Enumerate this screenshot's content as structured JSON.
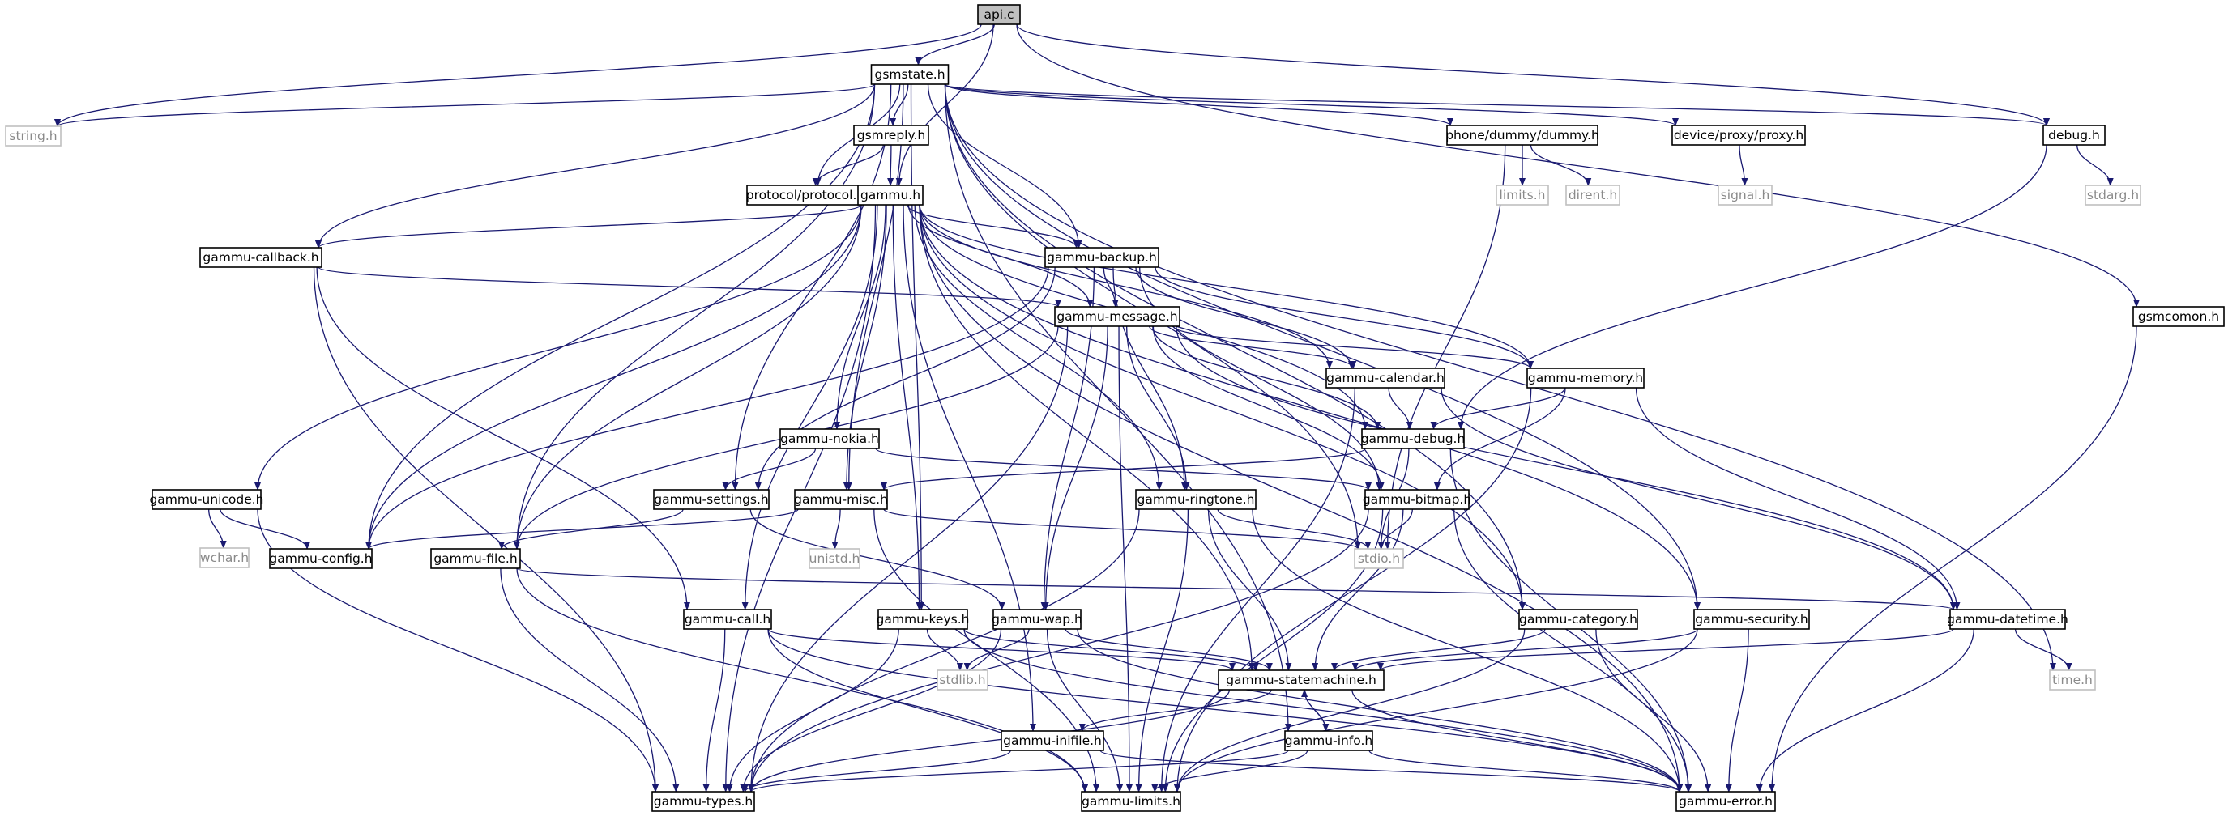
{
  "colors": {
    "edge": "#191970",
    "node_border": "#000000",
    "system_border": "#bfbfbf",
    "system_text": "#8a8a8a",
    "root_fill": "#bfbfbf",
    "node_fill": "#ffffff",
    "text": "#000000"
  },
  "nodes": [
    {
      "id": "api_c",
      "label": "api.c",
      "kind": "root"
    },
    {
      "id": "gsmstate_h",
      "label": "gsmstate.h",
      "kind": "local"
    },
    {
      "id": "string_h",
      "label": "string.h",
      "kind": "system"
    },
    {
      "id": "gsmreply_h",
      "label": "gsmreply.h",
      "kind": "local"
    },
    {
      "id": "phone_dummy_h",
      "label": "phone/dummy/dummy.h",
      "kind": "local"
    },
    {
      "id": "device_proxy_h",
      "label": "device/proxy/proxy.h",
      "kind": "local"
    },
    {
      "id": "debug_h",
      "label": "debug.h",
      "kind": "local"
    },
    {
      "id": "gsmcomon_h",
      "label": "gsmcomon.h",
      "kind": "local"
    },
    {
      "id": "limits_h",
      "label": "limits.h",
      "kind": "system"
    },
    {
      "id": "dirent_h",
      "label": "dirent.h",
      "kind": "system"
    },
    {
      "id": "signal_h",
      "label": "signal.h",
      "kind": "system"
    },
    {
      "id": "stdarg_h",
      "label": "stdarg.h",
      "kind": "system"
    },
    {
      "id": "protocol_h",
      "label": "protocol/protocol.h",
      "kind": "local"
    },
    {
      "id": "gammu_h",
      "label": "gammu.h",
      "kind": "local"
    },
    {
      "id": "gammu_callback_h",
      "label": "gammu-callback.h",
      "kind": "local"
    },
    {
      "id": "gammu_backup_h",
      "label": "gammu-backup.h",
      "kind": "local"
    },
    {
      "id": "gammu_message_h",
      "label": "gammu-message.h",
      "kind": "local"
    },
    {
      "id": "gammu_calendar_h",
      "label": "gammu-calendar.h",
      "kind": "local"
    },
    {
      "id": "gammu_memory_h",
      "label": "gammu-memory.h",
      "kind": "local"
    },
    {
      "id": "gammu_nokia_h",
      "label": "gammu-nokia.h",
      "kind": "local"
    },
    {
      "id": "gammu_debug_h",
      "label": "gammu-debug.h",
      "kind": "local"
    },
    {
      "id": "gammu_unicode_h",
      "label": "gammu-unicode.h",
      "kind": "local"
    },
    {
      "id": "gammu_settings_h",
      "label": "gammu-settings.h",
      "kind": "local"
    },
    {
      "id": "gammu_misc_h",
      "label": "gammu-misc.h",
      "kind": "local"
    },
    {
      "id": "gammu_ringtone_h",
      "label": "gammu-ringtone.h",
      "kind": "local"
    },
    {
      "id": "gammu_bitmap_h",
      "label": "gammu-bitmap.h",
      "kind": "local"
    },
    {
      "id": "wchar_h",
      "label": "wchar.h",
      "kind": "system"
    },
    {
      "id": "gammu_config_h",
      "label": "gammu-config.h",
      "kind": "local"
    },
    {
      "id": "gammu_file_h",
      "label": "gammu-file.h",
      "kind": "local"
    },
    {
      "id": "unistd_h",
      "label": "unistd.h",
      "kind": "system"
    },
    {
      "id": "stdio_h",
      "label": "stdio.h",
      "kind": "system"
    },
    {
      "id": "gammu_call_h",
      "label": "gammu-call.h",
      "kind": "local"
    },
    {
      "id": "gammu_keys_h",
      "label": "gammu-keys.h",
      "kind": "local"
    },
    {
      "id": "gammu_wap_h",
      "label": "gammu-wap.h",
      "kind": "local"
    },
    {
      "id": "gammu_category_h",
      "label": "gammu-category.h",
      "kind": "local"
    },
    {
      "id": "gammu_security_h",
      "label": "gammu-security.h",
      "kind": "local"
    },
    {
      "id": "gammu_datetime_h",
      "label": "gammu-datetime.h",
      "kind": "local"
    },
    {
      "id": "stdlib_h",
      "label": "stdlib.h",
      "kind": "system"
    },
    {
      "id": "gammu_statemachine_h",
      "label": "gammu-statemachine.h",
      "kind": "local"
    },
    {
      "id": "time_h",
      "label": "time.h",
      "kind": "system"
    },
    {
      "id": "gammu_inifile_h",
      "label": "gammu-inifile.h",
      "kind": "local"
    },
    {
      "id": "gammu_info_h",
      "label": "gammu-info.h",
      "kind": "local"
    },
    {
      "id": "gammu_types_h",
      "label": "gammu-types.h",
      "kind": "local"
    },
    {
      "id": "gammu_limits_h",
      "label": "gammu-limits.h",
      "kind": "local"
    },
    {
      "id": "gammu_error_h",
      "label": "gammu-error.h",
      "kind": "local"
    }
  ],
  "edges": [
    [
      "api_c",
      "gsmstate_h"
    ],
    [
      "api_c",
      "string_h"
    ],
    [
      "api_c",
      "gammu_h"
    ],
    [
      "api_c",
      "debug_h"
    ],
    [
      "api_c",
      "gsmcomon_h"
    ],
    [
      "gsmstate_h",
      "string_h"
    ],
    [
      "gsmstate_h",
      "gsmreply_h"
    ],
    [
      "gsmstate_h",
      "phone_dummy_h"
    ],
    [
      "gsmstate_h",
      "device_proxy_h"
    ],
    [
      "gsmstate_h",
      "debug_h"
    ],
    [
      "gsmstate_h",
      "protocol_h"
    ],
    [
      "gsmstate_h",
      "gammu_callback_h"
    ],
    [
      "gsmstate_h",
      "gammu_config_h"
    ],
    [
      "gsmstate_h",
      "gammu_file_h"
    ],
    [
      "gsmstate_h",
      "gammu_settings_h"
    ],
    [
      "gsmstate_h",
      "gammu_misc_h"
    ],
    [
      "gsmstate_h",
      "gammu_keys_h"
    ],
    [
      "gsmstate_h",
      "gammu_backup_h"
    ],
    [
      "gsmstate_h",
      "gammu_category_h"
    ],
    [
      "gsmstate_h",
      "gammu_info_h"
    ],
    [
      "gsmstate_h",
      "gammu_security_h"
    ],
    [
      "gsmstate_h",
      "time_h"
    ],
    [
      "gsmstate_h",
      "stdio_h"
    ],
    [
      "gsmreply_h",
      "protocol_h"
    ],
    [
      "gsmreply_h",
      "gammu_h"
    ],
    [
      "phone_dummy_h",
      "limits_h"
    ],
    [
      "phone_dummy_h",
      "dirent_h"
    ],
    [
      "phone_dummy_h",
      "stdio_h"
    ],
    [
      "device_proxy_h",
      "signal_h"
    ],
    [
      "debug_h",
      "stdarg_h"
    ],
    [
      "debug_h",
      "gammu_debug_h"
    ],
    [
      "gsmcomon_h",
      "gammu_error_h"
    ],
    [
      "gammu_h",
      "gammu_callback_h"
    ],
    [
      "gammu_h",
      "gammu_backup_h"
    ],
    [
      "gammu_h",
      "gammu_message_h"
    ],
    [
      "gammu_h",
      "gammu_calendar_h"
    ],
    [
      "gammu_h",
      "gammu_memory_h"
    ],
    [
      "gammu_h",
      "gammu_nokia_h"
    ],
    [
      "gammu_h",
      "gammu_debug_h"
    ],
    [
      "gammu_h",
      "gammu_unicode_h"
    ],
    [
      "gammu_h",
      "gammu_config_h"
    ],
    [
      "gammu_h",
      "gammu_file_h"
    ],
    [
      "gammu_h",
      "gammu_misc_h"
    ],
    [
      "gammu_h",
      "gammu_ringtone_h"
    ],
    [
      "gammu_h",
      "gammu_call_h"
    ],
    [
      "gammu_h",
      "gammu_keys_h"
    ],
    [
      "gammu_h",
      "gammu_inifile_h"
    ],
    [
      "gammu_h",
      "gammu_statemachine_h"
    ],
    [
      "gammu_h",
      "gammu_category_h"
    ],
    [
      "gammu_h",
      "gammu_security_h"
    ],
    [
      "gammu_h",
      "gammu_types_h"
    ],
    [
      "gammu_h",
      "gammu_error_h"
    ],
    [
      "gammu_callback_h",
      "gammu_message_h"
    ],
    [
      "gammu_callback_h",
      "gammu_call_h"
    ],
    [
      "gammu_callback_h",
      "gammu_types_h"
    ],
    [
      "gammu_backup_h",
      "gammu_message_h"
    ],
    [
      "gammu_backup_h",
      "gammu_calendar_h"
    ],
    [
      "gammu_backup_h",
      "gammu_memory_h"
    ],
    [
      "gammu_backup_h",
      "gammu_settings_h"
    ],
    [
      "gammu_backup_h",
      "gammu_ringtone_h"
    ],
    [
      "gammu_backup_h",
      "gammu_bitmap_h"
    ],
    [
      "gammu_backup_h",
      "gammu_wap_h"
    ],
    [
      "gammu_backup_h",
      "gammu_config_h"
    ],
    [
      "gammu_message_h",
      "gammu_calendar_h"
    ],
    [
      "gammu_message_h",
      "gammu_memory_h"
    ],
    [
      "gammu_message_h",
      "gammu_debug_h"
    ],
    [
      "gammu_message_h",
      "gammu_bitmap_h"
    ],
    [
      "gammu_message_h",
      "gammu_ringtone_h"
    ],
    [
      "gammu_message_h",
      "gammu_wap_h"
    ],
    [
      "gammu_message_h",
      "gammu_file_h"
    ],
    [
      "gammu_message_h",
      "gammu_limits_h"
    ],
    [
      "gammu_message_h",
      "gammu_datetime_h"
    ],
    [
      "gammu_message_h",
      "gammu_types_h"
    ],
    [
      "gammu_calendar_h",
      "gammu_debug_h"
    ],
    [
      "gammu_calendar_h",
      "gammu_datetime_h"
    ],
    [
      "gammu_calendar_h",
      "gammu_limits_h"
    ],
    [
      "gammu_memory_h",
      "gammu_debug_h"
    ],
    [
      "gammu_memory_h",
      "gammu_bitmap_h"
    ],
    [
      "gammu_memory_h",
      "gammu_datetime_h"
    ],
    [
      "gammu_memory_h",
      "gammu_limits_h"
    ],
    [
      "gammu_nokia_h",
      "gammu_settings_h"
    ],
    [
      "gammu_nokia_h",
      "gammu_bitmap_h"
    ],
    [
      "gammu_debug_h",
      "gammu_misc_h"
    ],
    [
      "gammu_debug_h",
      "stdio_h"
    ],
    [
      "gammu_debug_h",
      "gammu_error_h"
    ],
    [
      "gammu_unicode_h",
      "wchar_h"
    ],
    [
      "gammu_unicode_h",
      "gammu_config_h"
    ],
    [
      "gammu_unicode_h",
      "gammu_types_h"
    ],
    [
      "gammu_settings_h",
      "gammu_file_h"
    ],
    [
      "gammu_settings_h",
      "gammu_wap_h"
    ],
    [
      "gammu_misc_h",
      "gammu_config_h"
    ],
    [
      "gammu_misc_h",
      "unistd_h"
    ],
    [
      "gammu_misc_h",
      "stdio_h"
    ],
    [
      "gammu_misc_h",
      "gammu_limits_h"
    ],
    [
      "gammu_ringtone_h",
      "stdio_h"
    ],
    [
      "gammu_ringtone_h",
      "gammu_statemachine_h"
    ],
    [
      "gammu_ringtone_h",
      "gammu_types_h"
    ],
    [
      "gammu_ringtone_h",
      "gammu_limits_h"
    ],
    [
      "gammu_ringtone_h",
      "gammu_error_h"
    ],
    [
      "gammu_bitmap_h",
      "stdio_h"
    ],
    [
      "gammu_bitmap_h",
      "gammu_statemachine_h"
    ],
    [
      "gammu_bitmap_h",
      "gammu_limits_h"
    ],
    [
      "gammu_bitmap_h",
      "gammu_error_h"
    ],
    [
      "gammu_bitmap_h",
      "gammu_types_h"
    ],
    [
      "gammu_file_h",
      "gammu_datetime_h"
    ],
    [
      "gammu_file_h",
      "gammu_types_h"
    ],
    [
      "gammu_file_h",
      "gammu_limits_h"
    ],
    [
      "gammu_call_h",
      "gammu_statemachine_h"
    ],
    [
      "gammu_call_h",
      "gammu_types_h"
    ],
    [
      "gammu_call_h",
      "gammu_limits_h"
    ],
    [
      "gammu_call_h",
      "gammu_error_h"
    ],
    [
      "gammu_keys_h",
      "stdlib_h"
    ],
    [
      "gammu_keys_h",
      "gammu_statemachine_h"
    ],
    [
      "gammu_keys_h",
      "gammu_types_h"
    ],
    [
      "gammu_keys_h",
      "gammu_error_h"
    ],
    [
      "gammu_wap_h",
      "stdlib_h"
    ],
    [
      "gammu_wap_h",
      "gammu_statemachine_h"
    ],
    [
      "gammu_wap_h",
      "gammu_types_h"
    ],
    [
      "gammu_wap_h",
      "gammu_limits_h"
    ],
    [
      "gammu_wap_h",
      "gammu_error_h"
    ],
    [
      "gammu_category_h",
      "gammu_statemachine_h"
    ],
    [
      "gammu_category_h",
      "gammu_limits_h"
    ],
    [
      "gammu_category_h",
      "gammu_error_h"
    ],
    [
      "gammu_security_h",
      "gammu_statemachine_h"
    ],
    [
      "gammu_security_h",
      "gammu_error_h"
    ],
    [
      "gammu_security_h",
      "gammu_limits_h"
    ],
    [
      "gammu_datetime_h",
      "gammu_statemachine_h"
    ],
    [
      "gammu_datetime_h",
      "time_h"
    ],
    [
      "gammu_datetime_h",
      "gammu_error_h"
    ],
    [
      "gammu_statemachine_h",
      "gammu_inifile_h"
    ],
    [
      "gammu_statemachine_h",
      "gammu_info_h"
    ],
    [
      "gammu_statemachine_h",
      "gammu_error_h"
    ],
    [
      "gammu_statemachine_h",
      "gammu_types_h"
    ],
    [
      "gammu_inifile_h",
      "gammu_types_h"
    ],
    [
      "gammu_inifile_h",
      "gammu_error_h"
    ],
    [
      "gammu_info_h",
      "gammu_statemachine_h"
    ],
    [
      "gammu_info_h",
      "gammu_types_h"
    ],
    [
      "gammu_info_h",
      "gammu_limits_h"
    ],
    [
      "gammu_info_h",
      "gammu_error_h"
    ]
  ]
}
